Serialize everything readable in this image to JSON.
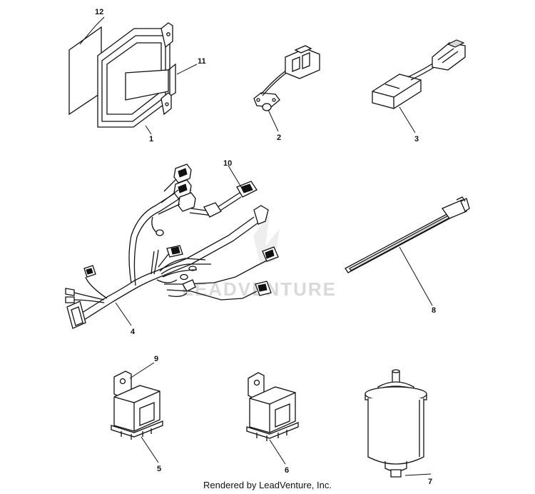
{
  "callouts": {
    "p1": "1",
    "p2": "2",
    "p3": "3",
    "p4": "4",
    "p5": "5",
    "p6": "6",
    "p7": "7",
    "p8": "8",
    "p9": "9",
    "p10": "10",
    "p11": "11",
    "p12": "12"
  },
  "watermark": "LEADVENTURE",
  "footer": "Rendered by LeadVenture, Inc.",
  "colors": {
    "line": "#111111",
    "watermark": "#d9d9d9",
    "background": "#ffffff"
  }
}
